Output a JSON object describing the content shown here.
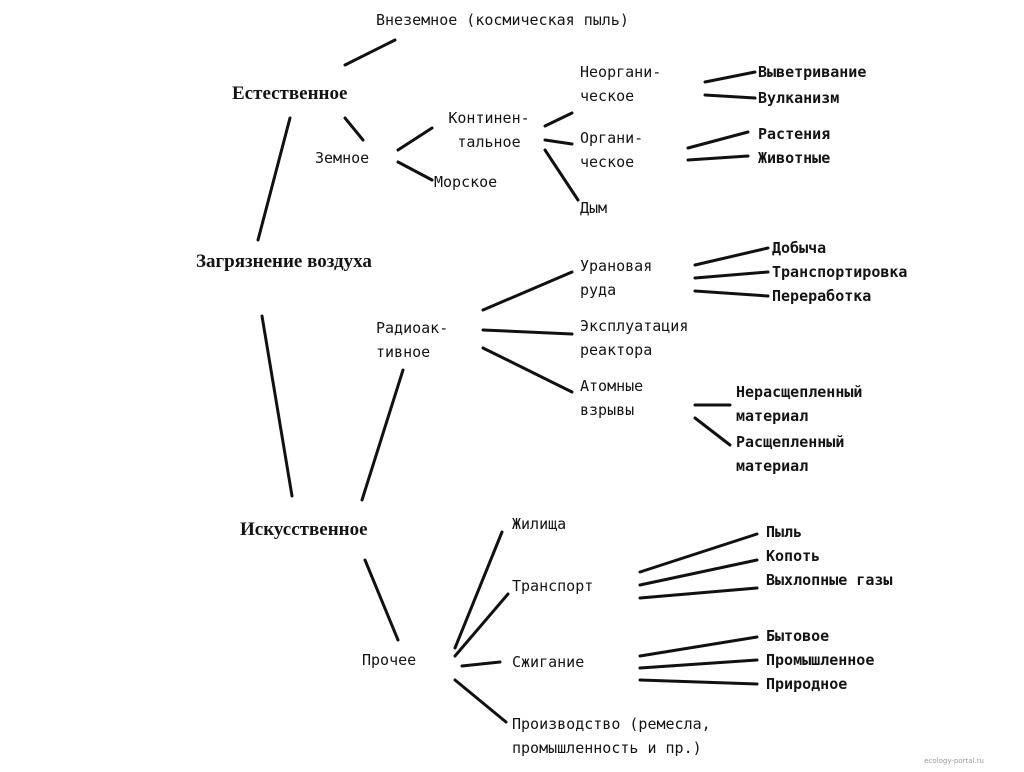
{
  "root": "Загрязнение воздуха",
  "natural": {
    "label": "Естественное",
    "extraterrestrial": "Внеземное (космическая пыль)",
    "terrestrial": {
      "label": "Земное",
      "continental": {
        "label_line1": "Континен-",
        "label_line2": "тальное",
        "inorganic": {
          "line1": "Неоргани-",
          "line2": "ческое",
          "items": [
            "Выветривание",
            "Вулканизм"
          ]
        },
        "organic": {
          "line1": "Органи-",
          "line2": "ческое",
          "items": [
            "Растения",
            "Животные"
          ]
        },
        "smoke": "Дым"
      },
      "marine": "Морское"
    }
  },
  "radioactive": {
    "line1": "Радиоак-",
    "line2": "тивное",
    "ore": {
      "line1": "Урановая",
      "line2": "руда",
      "items": [
        "Добыча",
        "Транспортировка",
        "Переработка"
      ]
    },
    "reactor": {
      "line1": "Эксплуатация",
      "line2": "реактора"
    },
    "explosions": {
      "line1": "Атомные",
      "line2": "взрывы",
      "items": [
        {
          "line1": "Нерасщепленный",
          "line2": "материал"
        },
        {
          "line1": "Расщепленный",
          "line2": "материал"
        }
      ]
    }
  },
  "artificial": {
    "label": "Искусственное",
    "other": {
      "label": "Прочее",
      "dwellings": "Жилища",
      "transport": {
        "label": "Транспорт",
        "items": [
          "Пыль",
          "Копоть",
          "Выхлопные газы"
        ]
      },
      "burning": {
        "label": "Сжигание",
        "items": [
          "Бытовое",
          "Промышленное",
          "Природное"
        ]
      },
      "production": {
        "line1": "Производство (ремесла,",
        "line2": "промышленность и пр.)"
      }
    }
  },
  "watermark": "ecology-portal.ru"
}
